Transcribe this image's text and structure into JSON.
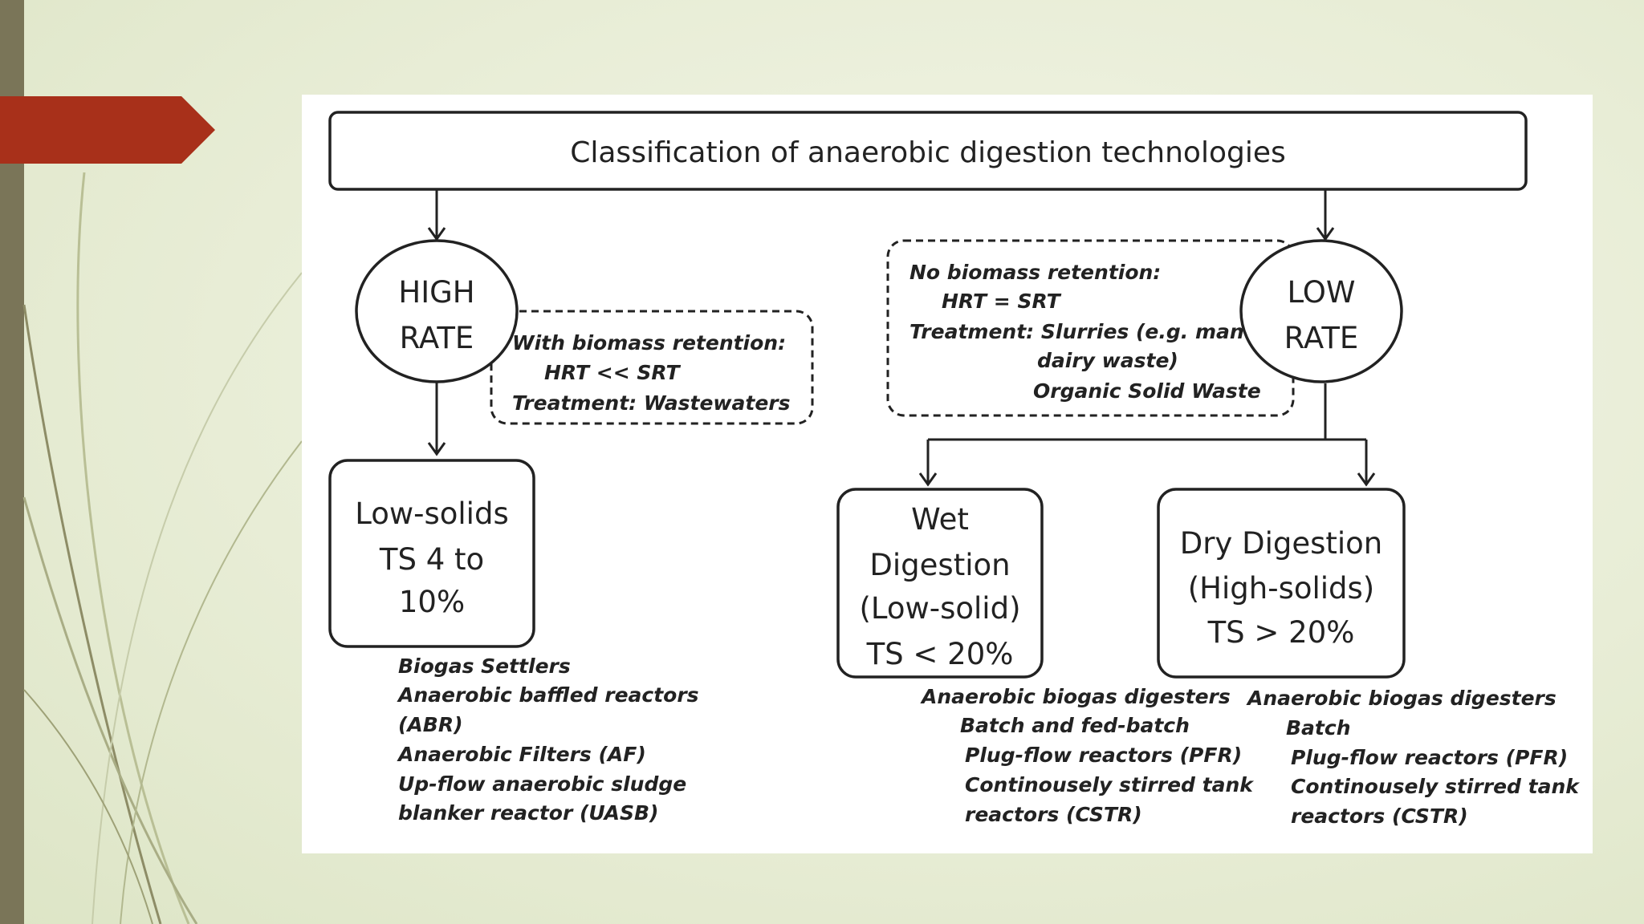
{
  "colors": {
    "background": "#e8edd6",
    "left_bar": "#7a7558",
    "accent_tab": "#a8301a",
    "diagram_stroke": "#222222",
    "diagram_fill": "#ffffff"
  },
  "title": "Classification of anaerobic digestion technologies",
  "high_rate": {
    "lines": [
      "HIGH",
      "RATE"
    ],
    "note": [
      "With biomass retention:",
      "HRT << SRT",
      "Treatment: Wastewaters"
    ],
    "child": {
      "lines": [
        "Low-solids",
        "TS 4 to",
        "10%"
      ],
      "examples": [
        "Biogas Settlers",
        "Anaerobic baffled reactors",
        "(ABR)",
        "Anaerobic Filters (AF)",
        "Up-flow anaerobic sludge",
        "blanker reactor (UASB)"
      ]
    }
  },
  "low_rate": {
    "lines": [
      "LOW",
      "RATE"
    ],
    "note": [
      "No biomass retention:",
      "HRT = SRT",
      "Treatment:  Slurries (e.g. manure,",
      "dairy waste)",
      "Organic Solid Waste"
    ],
    "wet": {
      "lines": [
        "Wet",
        "Digestion",
        "(Low-solid)",
        "TS < 20%"
      ],
      "examples": [
        "Anaerobic biogas digesters",
        "Batch and fed-batch",
        "Plug-flow reactors (PFR)",
        "Continousely stirred tank",
        "reactors (CSTR)"
      ]
    },
    "dry": {
      "lines": [
        "Dry Digestion",
        "(High-solids)",
        "TS > 20%"
      ],
      "examples": [
        "Anaerobic biogas digesters",
        "Batch",
        "Plug-flow reactors (PFR)",
        "Continousely stirred tank",
        "reactors (CSTR)"
      ]
    }
  }
}
